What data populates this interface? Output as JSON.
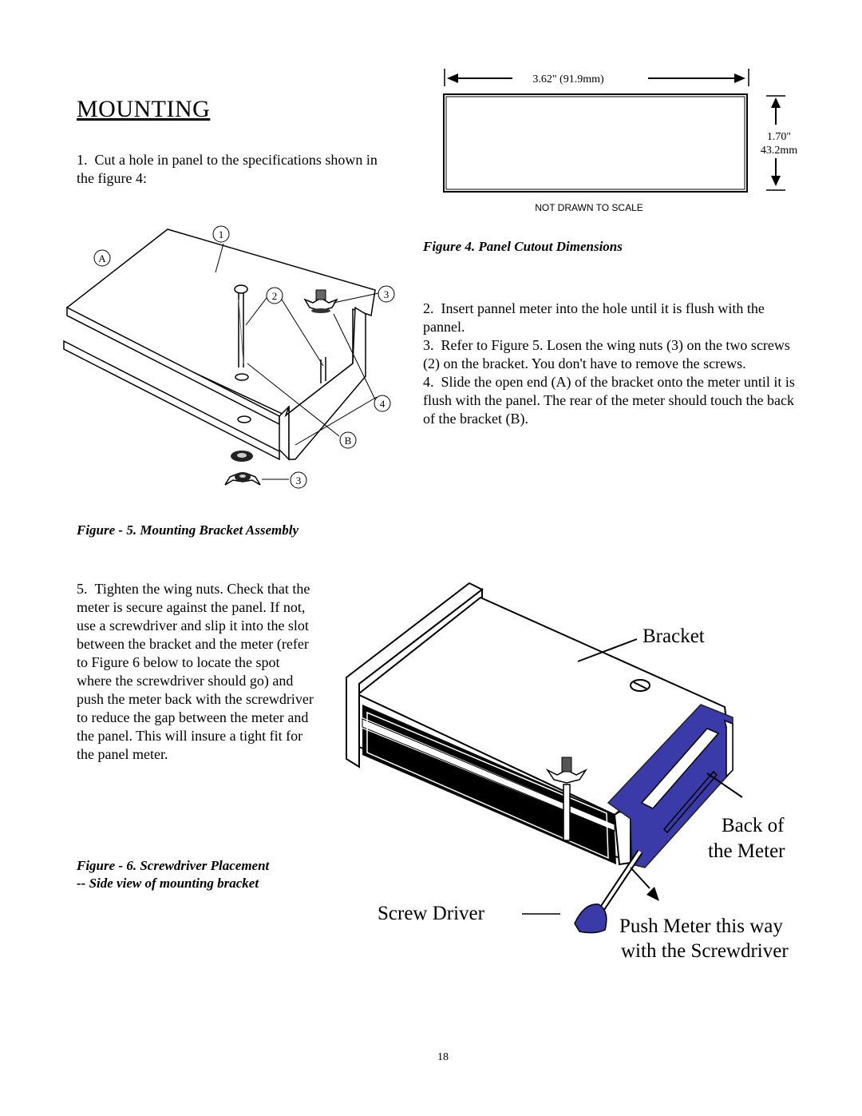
{
  "title": "MOUNTING",
  "step1": "1.  Cut a hole in panel to the specifications shown in the figure 4:",
  "fig4": {
    "width_label": "3.62\" (91.9mm)",
    "height_label_1": "1.70\"",
    "height_label_2": "43.2mm",
    "note": "NOT DRAWN TO SCALE",
    "caption": "Figure 4. Panel Cutout Dimensions"
  },
  "steps": [
    "2.  Insert pannel meter into the hole until it is flush with the pannel.",
    "3.  Refer to Figure 5. Losen the wing nuts (3) on the two screws (2) on the bracket. You don't have to remove the screws.",
    "4.  Slide the open end (A) of the bracket onto the meter until it is flush with the panel. The rear of the meter should touch the back of the bracket (B)."
  ],
  "fig5": {
    "callouts": {
      "a": "A",
      "one": "1",
      "two": "2",
      "three_top": "3",
      "four": "4",
      "b": "B",
      "three_bottom": "3"
    },
    "caption": "Figure - 5.  Mounting Bracket Assembly"
  },
  "step5": "5.  Tighten the wing nuts. Check that the meter is secure against the panel. If not, use a screwdriver and slip it into the slot between the bracket and the meter (refer to Figure 6 below to locate the spot where the screwdriver should go) and push the meter back with the screwdriver to reduce the gap between the meter and the panel. This will insure a tight fit for the panel meter.",
  "fig6": {
    "caption_line1": "Figure - 6.  Screwdriver Placement",
    "caption_line2": "-- Side view of mounting bracket",
    "label_bracket": "Bracket",
    "label_back_1": "Back of",
    "label_back_2": "the Meter",
    "label_screwdriver": "Screw Driver",
    "label_push_1": "Push Meter this way",
    "label_push_2": "with the Screwdriver",
    "accent_color": "#3a3aa8"
  },
  "page_number": "18"
}
